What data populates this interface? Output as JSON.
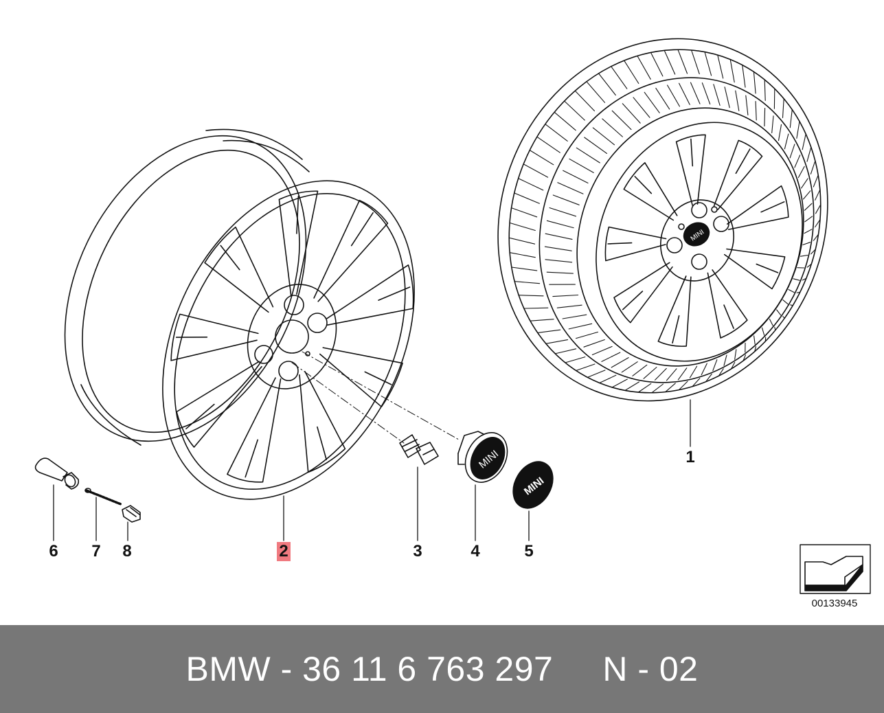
{
  "callouts": [
    {
      "id": "1",
      "text": "1",
      "highlighted": false
    },
    {
      "id": "2",
      "text": "2",
      "highlighted": true
    },
    {
      "id": "3",
      "text": "3",
      "highlighted": false
    },
    {
      "id": "4",
      "text": "4",
      "highlighted": false
    },
    {
      "id": "5",
      "text": "5",
      "highlighted": false
    },
    {
      "id": "6",
      "text": "6",
      "highlighted": false
    },
    {
      "id": "7",
      "text": "7",
      "highlighted": false
    },
    {
      "id": "8",
      "text": "8",
      "highlighted": false
    }
  ],
  "hub_cap_logo": "MINI",
  "emblem_logo": "MINI",
  "diagram_number": "00133945",
  "footer": {
    "part_number": "BMW - 36 11 6 763 297",
    "variant": "N - 02"
  },
  "colors": {
    "highlight": "#f07a80",
    "footer_bg": "#777777",
    "line": "#111111"
  }
}
